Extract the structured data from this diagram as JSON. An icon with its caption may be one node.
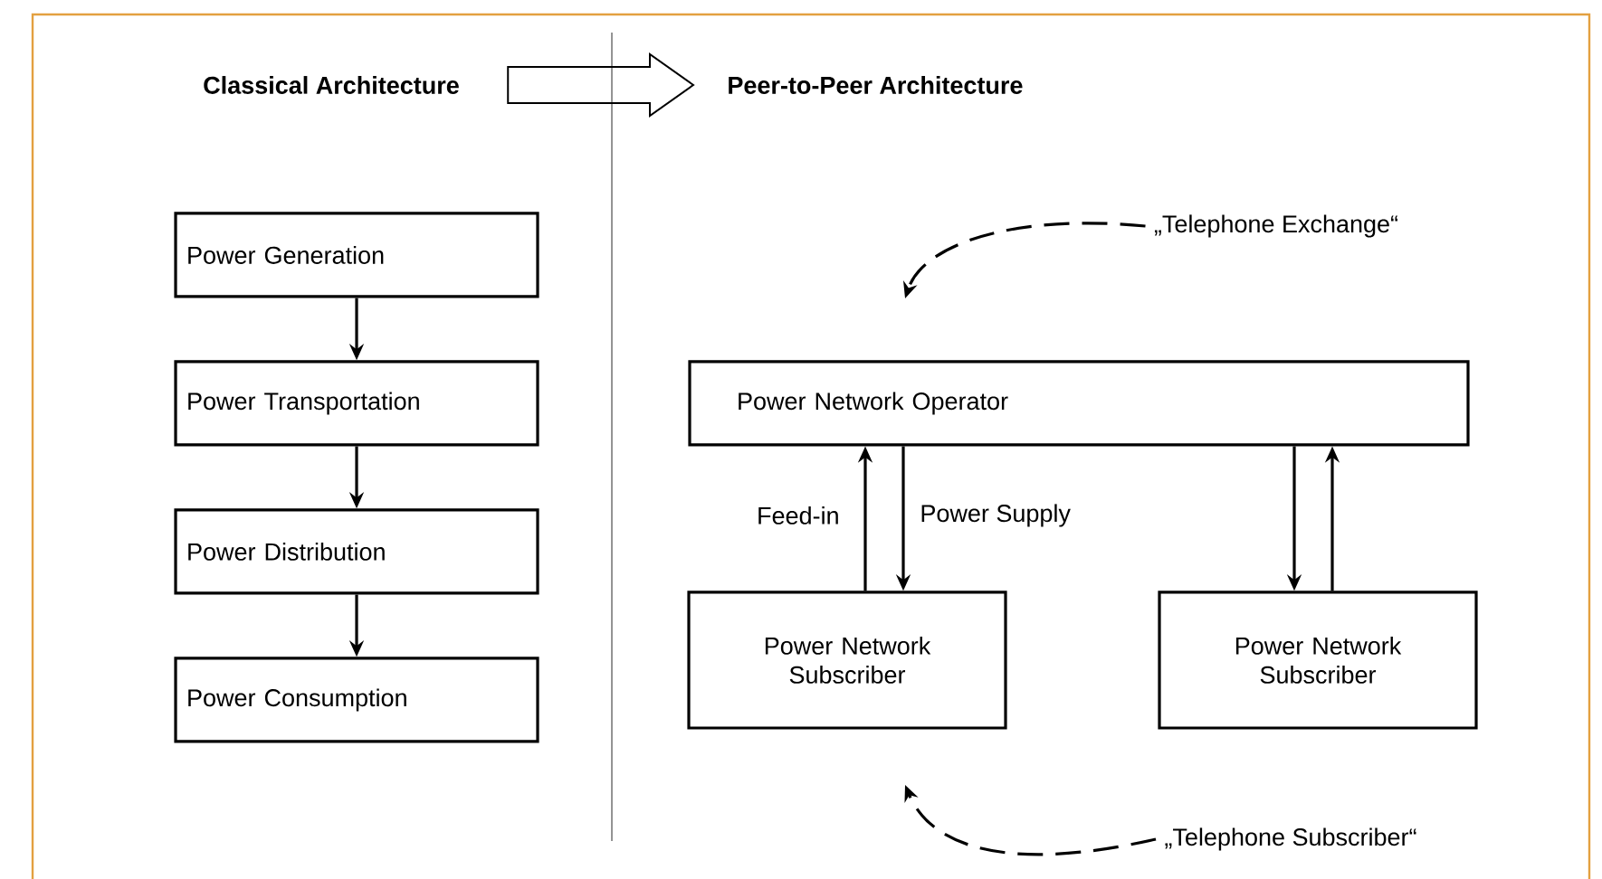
{
  "diagram": {
    "nodes": [
      {
        "text": [
          "Classical Architecture"
        ]
      },
      {
        "text": [
          "Peer-to-Peer Architecture"
        ]
      },
      {
        "text": [
          "Power Generation"
        ]
      },
      {
        "text": [
          "Power Transportation"
        ]
      },
      {
        "text": [
          "Power Distribution"
        ]
      },
      {
        "text": [
          "Power Consumption"
        ]
      },
      {
        "text": [
          "Power Network Operator"
        ]
      },
      {
        "text": [
          "Power Network Subscriber"
        ]
      },
      {
        "text": [
          "Power Network Subscriber"
        ]
      },
      {
        "text": [
          "„Telephone Exchange“"
        ]
      },
      {
        "text": [
          "„Telephone Subscriber“"
        ]
      }
    ],
    "edges": [
      {
        "from": 0,
        "to": 1,
        "arrow": "to",
        "style": "thick"
      },
      {
        "from": 2,
        "to": 3,
        "arrow": "to"
      },
      {
        "from": 3,
        "to": 4,
        "arrow": "to"
      },
      {
        "from": 4,
        "to": 5,
        "arrow": "to"
      },
      {
        "from": 7,
        "to": 6,
        "arrow": "to",
        "label": "Feed-in"
      },
      {
        "from": 6,
        "to": 7,
        "arrow": "to",
        "label": "Power Supply"
      },
      {
        "from": 6,
        "to": 8,
        "arrow": "to"
      },
      {
        "from": 8,
        "to": 6,
        "arrow": "to"
      },
      {
        "from": 9,
        "to": null,
        "arrow": "to",
        "style": "dashed"
      },
      {
        "from": 10,
        "to": null,
        "arrow": "to",
        "style": "dashed"
      }
    ]
  }
}
